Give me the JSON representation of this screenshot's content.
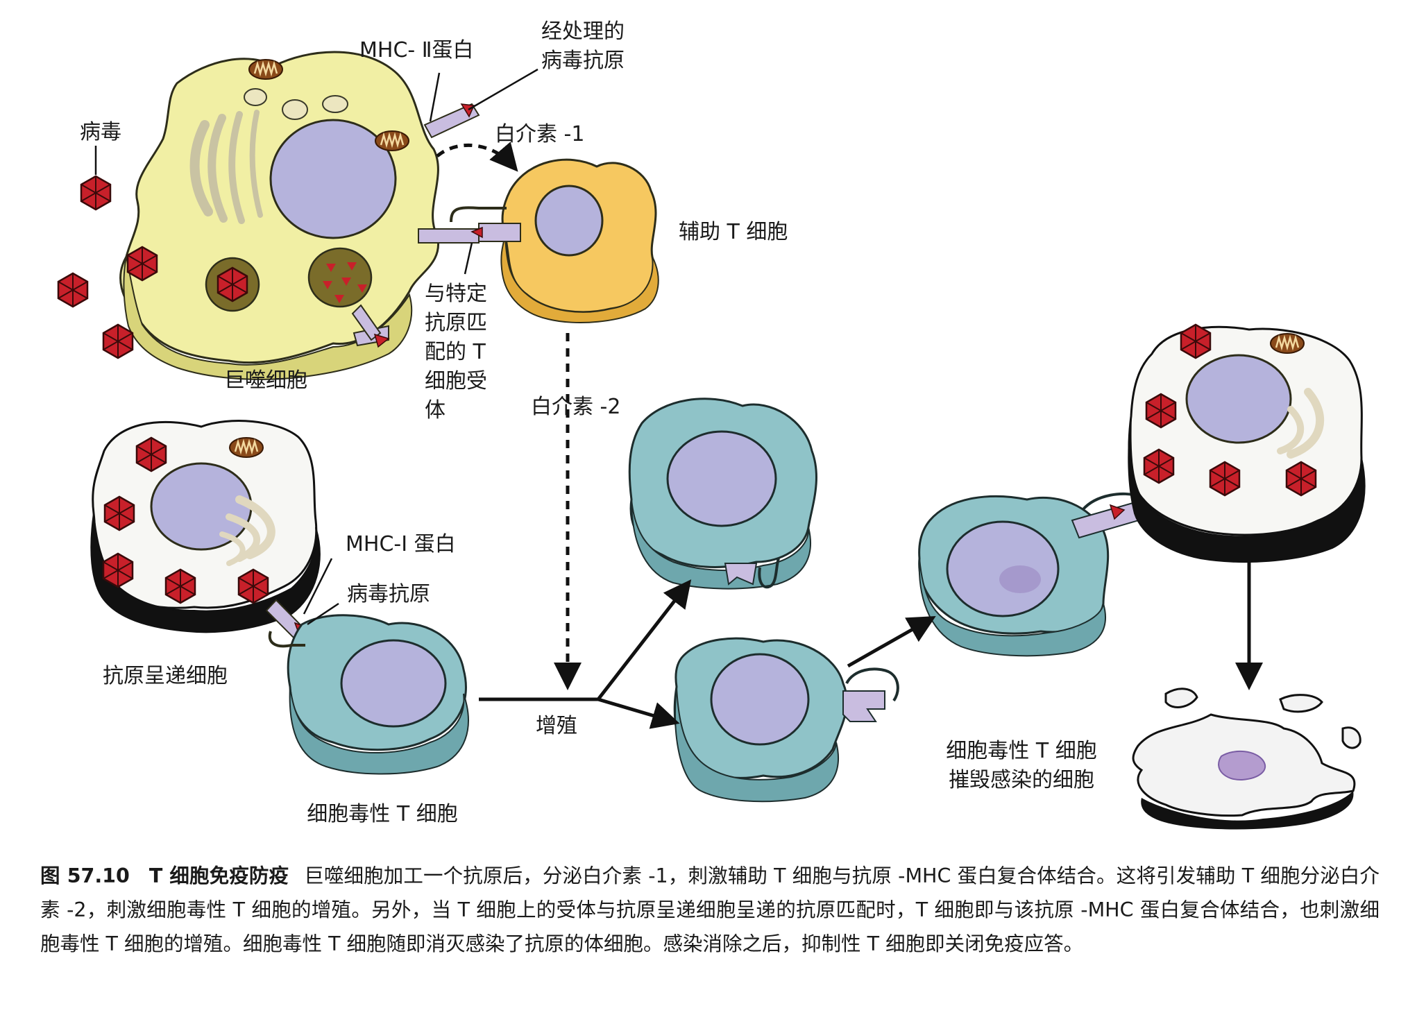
{
  "labels": {
    "virus": "病毒",
    "mhc2": "MHC- Ⅱ蛋白",
    "processed_line1": "经处理的",
    "processed_line2": "病毒抗原",
    "il1": "白介素 -1",
    "helper_t": "辅助 T 细胞",
    "receptor_lines": [
      "与特定",
      "抗原匹",
      "配的 T",
      "细胞受",
      "体"
    ],
    "macrophage": "巨噬细胞",
    "il2": "白介素 -2",
    "mhc1": "MHC-I 蛋白",
    "viral_antigen": "病毒抗原",
    "apc": "抗原呈递细胞",
    "proliferation": "增殖",
    "cytotoxic_t": "细胞毒性 T 细胞",
    "destroy_line1": "细胞毒性 T 细胞",
    "destroy_line2": "摧毁感染的细胞"
  },
  "caption": {
    "number": "图 57.10",
    "title": "T 细胞免疫防疫",
    "text": "巨噬细胞加工一个抗原后，分泌白介素 -1，刺激辅助 T 细胞与抗原 -MHC 蛋白复合体结合。这将引发辅助 T 细胞分泌白介素 -2，刺激细胞毒性 T 细胞的增殖。另外，当 T 细胞上的受体与抗原呈递细胞呈递的抗原匹配时，T 细胞即与该抗原 -MHC 蛋白复合体结合，也刺激细胞毒性 T 细胞的增殖。细胞毒性 T 细胞随即消灭感染了抗原的体细胞。感染消除之后，抑制性 T 细胞即关闭免疫应答。"
  },
  "colors": {
    "macrophage_fill": "#f1efa4",
    "helper_fill": "#f6c860",
    "cytotoxic_fill": "#8fc3c8",
    "nucleus_fill": "#b5b3dc",
    "virus_red": "#c8202a",
    "receptor_fill": "#c9bde0"
  }
}
